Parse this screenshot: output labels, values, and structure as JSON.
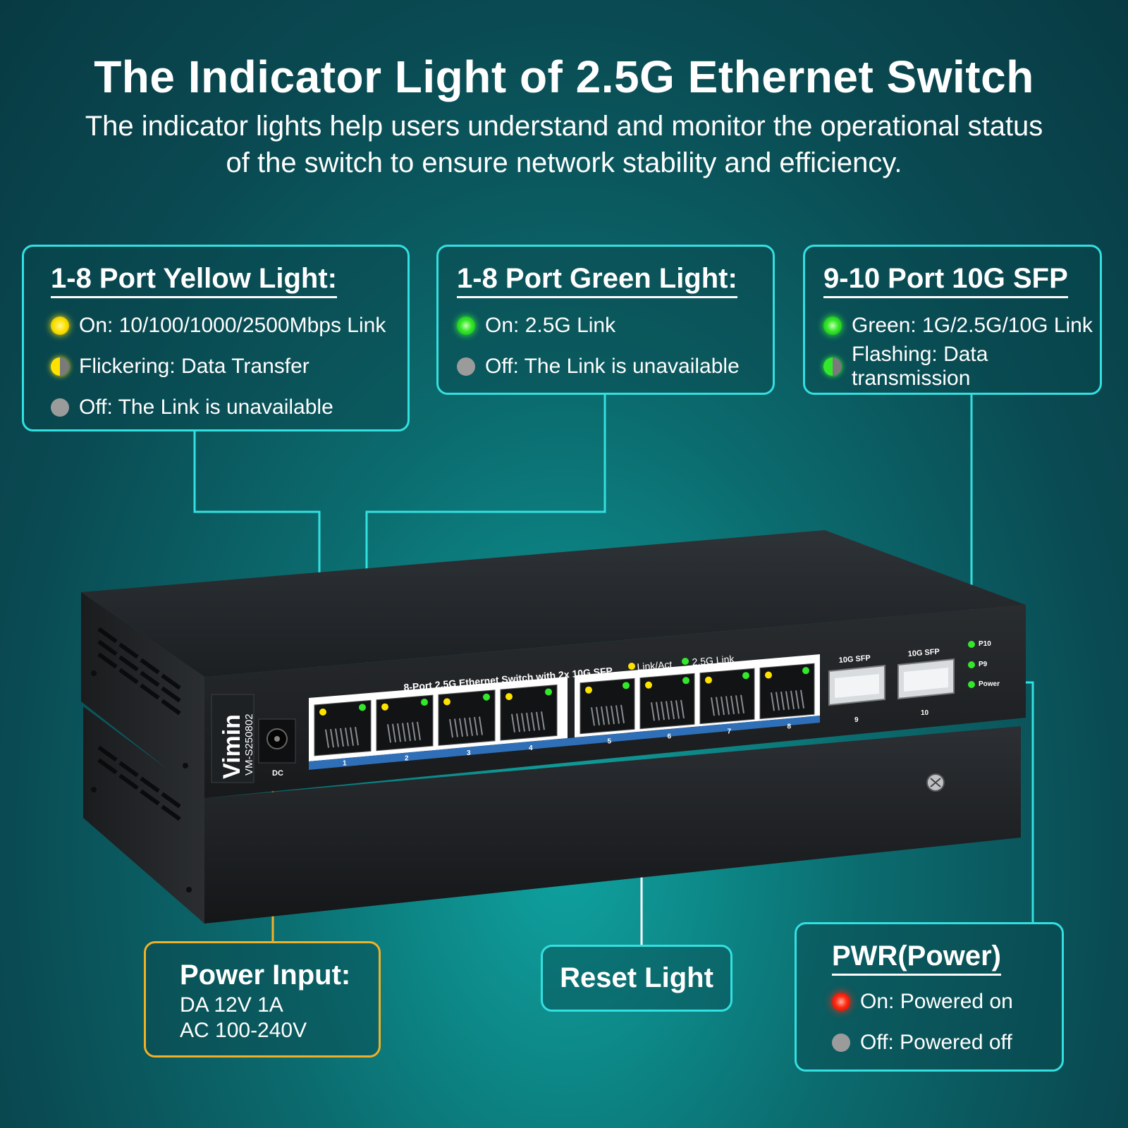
{
  "header": {
    "title": "The Indicator Light of 2.5G Ethernet Switch",
    "subtitle_line1": "The indicator lights help users understand and monitor the operational status",
    "subtitle_line2": "of the switch to ensure network stability and efficiency."
  },
  "yellow_card": {
    "title": "1-8 Port Yellow Light:",
    "items": [
      {
        "state": "yellow",
        "text": "On: 10/100/1000/2500Mbps Link"
      },
      {
        "state": "yellow-half",
        "text": "Flickering: Data Transfer"
      },
      {
        "state": "gray",
        "text": "Off: The Link is unavailable"
      }
    ]
  },
  "green_card": {
    "title": "1-8 Port Green Light:",
    "items": [
      {
        "state": "green",
        "text": "On: 2.5G Link"
      },
      {
        "state": "gray",
        "text": "Off: The Link is unavailable"
      }
    ]
  },
  "sfp_card": {
    "title": "9-10 Port 10G SFP",
    "items": [
      {
        "state": "green",
        "text": "Green: 1G/2.5G/10G Link"
      },
      {
        "state": "green-half",
        "text": "Flashing: Data transmission"
      }
    ]
  },
  "power_input_card": {
    "title": "Power Input:",
    "line1": "DA 12V 1A",
    "line2": "AC 100-240V"
  },
  "reset_card": {
    "title": "Reset Light"
  },
  "pwr_card": {
    "title": "PWR(Power)",
    "items": [
      {
        "state": "red",
        "text": "On: Powered on"
      },
      {
        "state": "gray",
        "text": "Off: Powered off"
      }
    ]
  },
  "device": {
    "brand": "Vimin",
    "model": "VM-S250802",
    "dc_label": "DC",
    "panel_label": "8-Port 2.5G Ethernet Switch with 2x 10G SFP",
    "legend_link_act": "Link/Act",
    "legend_25g": "2.5G Link",
    "port_numbers": [
      "1",
      "2",
      "3",
      "4",
      "5",
      "6",
      "7",
      "8"
    ],
    "sfp_labels": [
      "10G SFP",
      "10G SFP"
    ],
    "sfp_numbers": [
      "9",
      "10"
    ],
    "status_labels": [
      "P10",
      "P9",
      "Power"
    ]
  },
  "colors": {
    "accent_cyan": "#33e0e0",
    "power_orange": "#f0b12a",
    "yellow_led": "#ffe200",
    "green_led": "#33e82a",
    "red_led": "#ff2a10",
    "port_strip_blue": "#2f6fb8"
  }
}
